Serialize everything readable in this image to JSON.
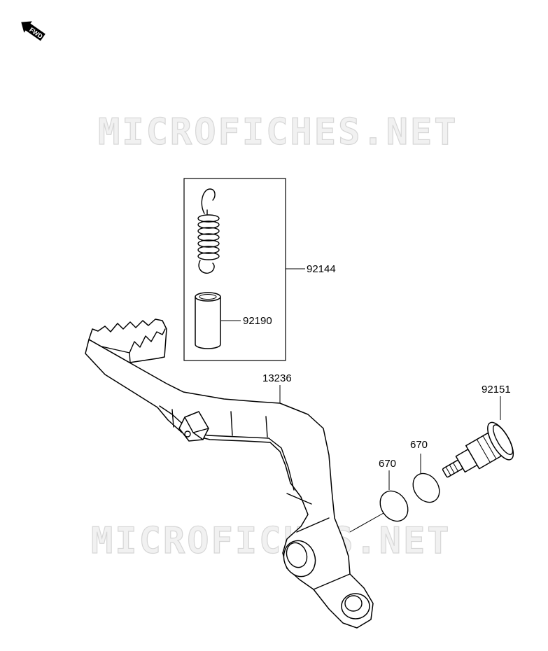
{
  "fwd_badge": {
    "label": "FWD"
  },
  "watermarks": [
    {
      "text": "MICROFICHES.NET"
    },
    {
      "text": "MICROFICHES.NET"
    }
  ],
  "parts": {
    "spring_kit": {
      "number": "92144"
    },
    "spacer": {
      "number": "92190"
    },
    "brake_pedal": {
      "number": "13236"
    },
    "o_ring_inner": {
      "number": "670"
    },
    "o_ring_outer": {
      "number": "670"
    },
    "pivot_bolt": {
      "number": "92151"
    }
  }
}
